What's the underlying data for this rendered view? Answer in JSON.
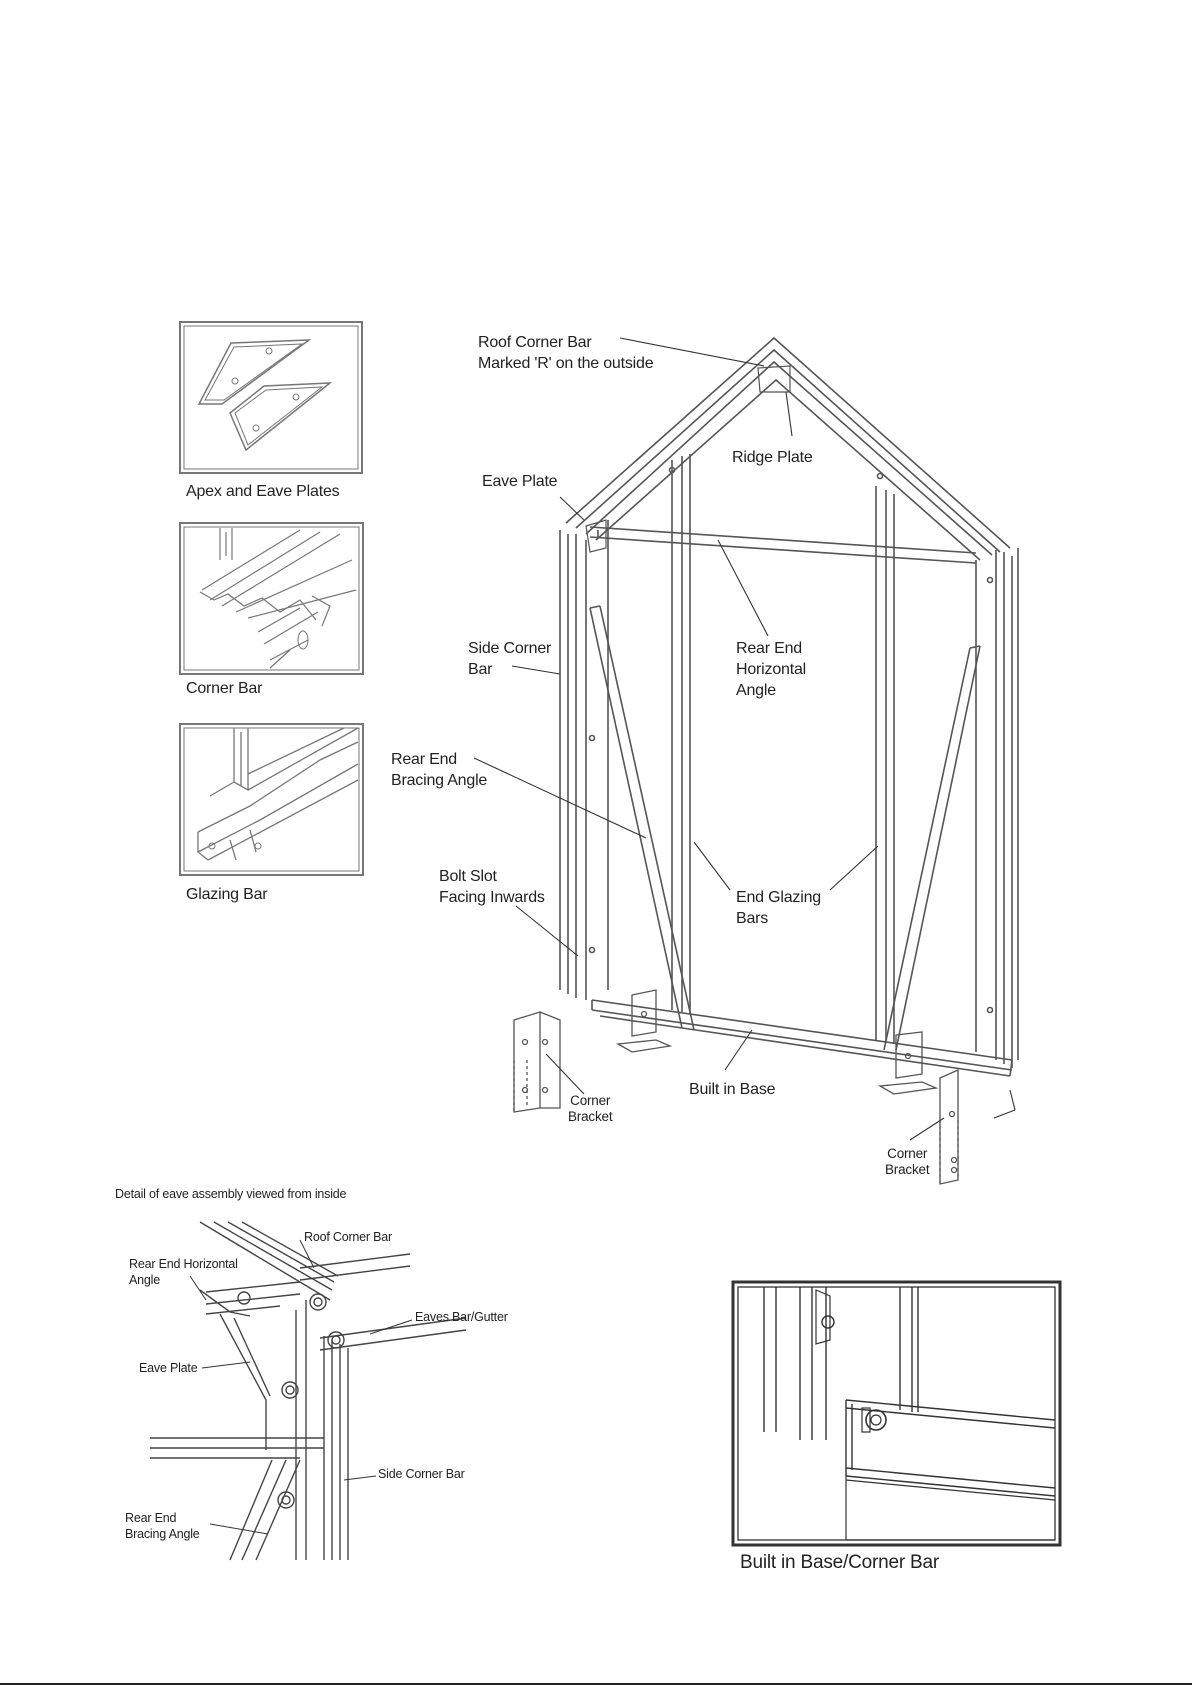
{
  "parts_panel": {
    "apex_plates_caption": "Apex and Eave Plates",
    "corner_bar_caption": "Corner Bar",
    "glazing_bar_caption": "Glazing Bar"
  },
  "main_diagram": {
    "labels": {
      "roof_corner_bar": "Roof Corner Bar\nMarked 'R' on the outside",
      "ridge_plate": "Ridge Plate",
      "eave_plate": "Eave Plate",
      "side_corner_bar": "Side Corner\nBar",
      "rear_end_horizontal_angle": "Rear End\nHorizontal\nAngle",
      "rear_end_bracing_angle": "Rear End\nBracing Angle",
      "bolt_slot": "Bolt Slot\nFacing Inwards",
      "end_glazing_bars": "End Glazing\nBars",
      "built_in_base": "Built in Base",
      "corner_bracket_left": "Corner\nBracket",
      "corner_bracket_right": "Corner\nBracket"
    }
  },
  "eave_detail": {
    "title": "Detail of eave assembly viewed from inside",
    "labels": {
      "roof_corner_bar": "Roof Corner Bar",
      "rear_end_horizontal_angle": "Rear End Horizontal\nAngle",
      "eaves_bar_gutter": "Eaves Bar/Gutter",
      "eave_plate": "Eave Plate",
      "side_corner_bar": "Side Corner Bar",
      "rear_end_bracing_angle": "Rear End\nBracing Angle"
    }
  },
  "base_detail": {
    "caption": "Built in Base/Corner Bar"
  }
}
